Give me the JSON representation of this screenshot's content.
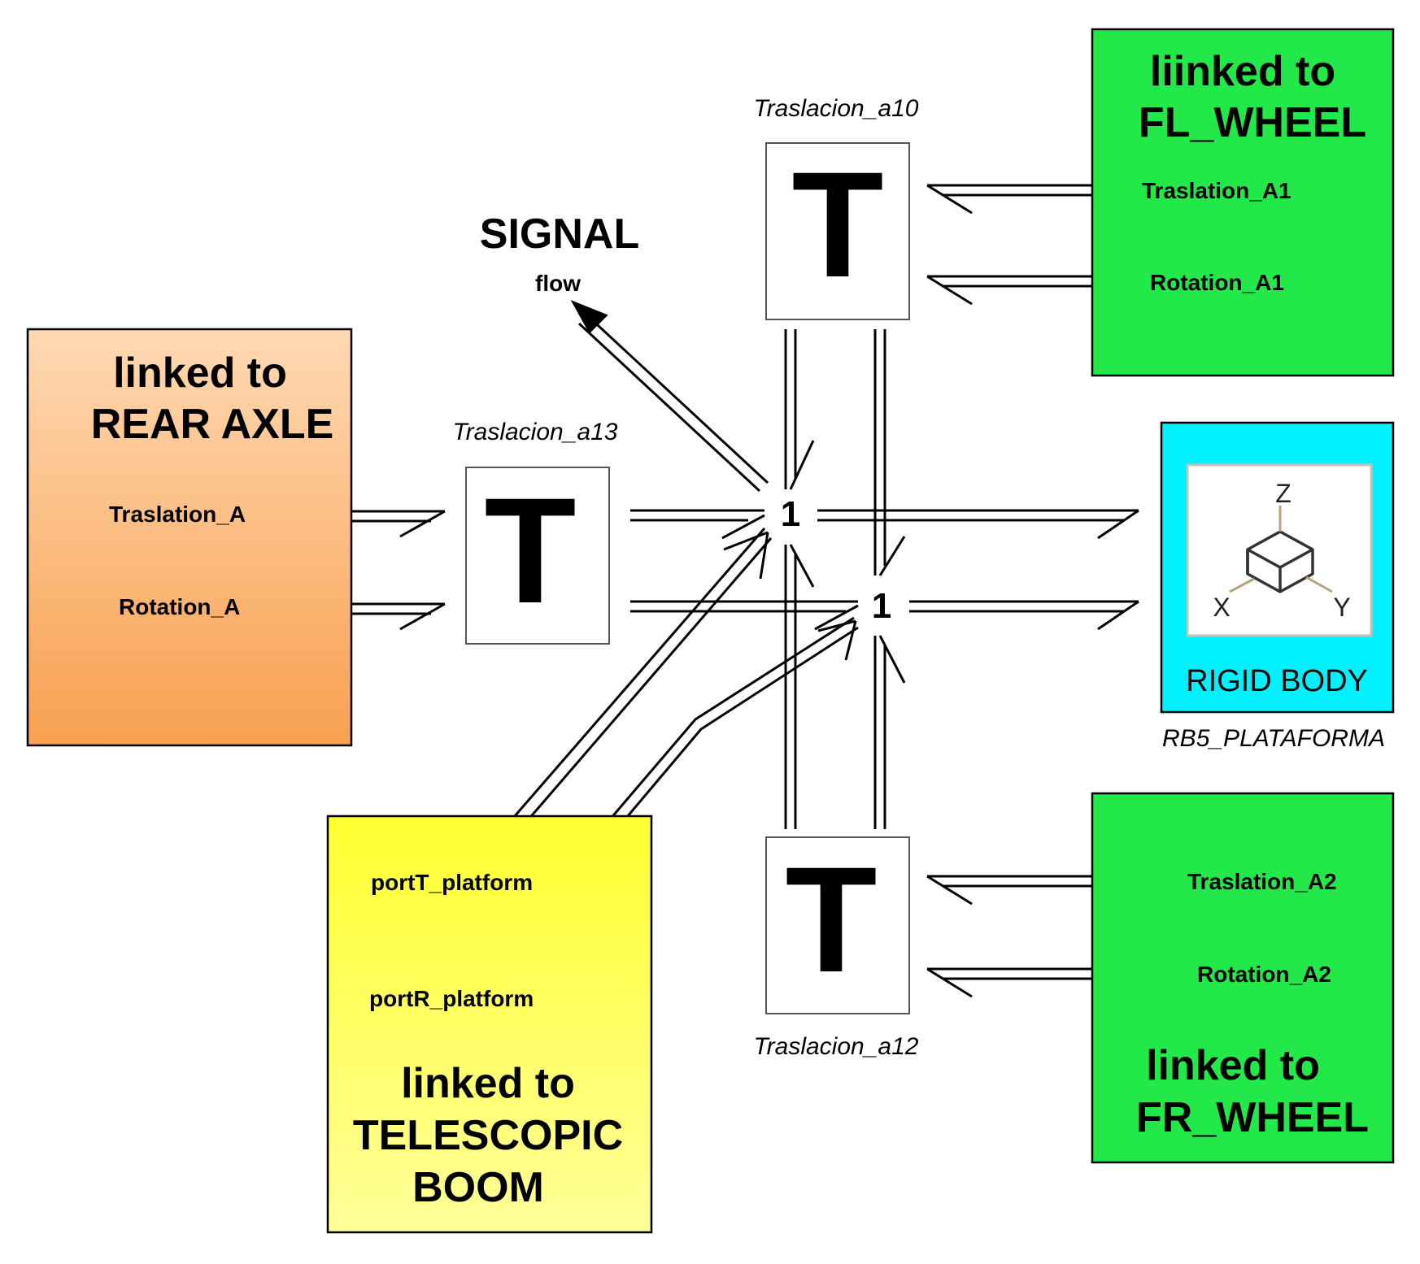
{
  "blocks": {
    "rear_axle": {
      "title_line1": "linked to",
      "title_line2": "REAR AXLE",
      "port_translation": "Traslation_A",
      "port_rotation": "Rotation_A",
      "color_top": "#ffd9b3",
      "color_bottom": "#f8a050"
    },
    "fl_wheel": {
      "title_line1": "liinked to",
      "title_line2": "FL_WHEEL",
      "port_translation": "Traslation_A1",
      "port_rotation": "Rotation_A1",
      "color": "#22e84a"
    },
    "fr_wheel": {
      "title_line1": "linked to",
      "title_line2": "FR_WHEEL",
      "port_translation": "Traslation_A2",
      "port_rotation": "Rotation_A2",
      "color": "#22e84a"
    },
    "telescopic_boom": {
      "title_line1": "linked to",
      "title_line2": "TELESCOPIC",
      "title_line3": "BOOM",
      "port_t": "portT_platform",
      "port_r": "portR_platform",
      "color_top": "#ffff30",
      "color_bottom": "#ffff99"
    },
    "rigid_body": {
      "label": "RIGID BODY",
      "instance": "RB5_PLATAFORMA",
      "axis_x": "X",
      "axis_y": "Y",
      "axis_z": "Z",
      "color": "#00f0ff"
    }
  },
  "translations": {
    "a10": {
      "instance": "Traslacion_a10",
      "glyph": "T"
    },
    "a13": {
      "instance": "Traslacion_a13",
      "glyph": "T"
    },
    "a12": {
      "instance": "Traslacion_a12",
      "glyph": "T"
    }
  },
  "junctions": {
    "j1": "1",
    "j2": "1"
  },
  "signal": {
    "title": "SIGNAL",
    "subtitle": "flow"
  }
}
